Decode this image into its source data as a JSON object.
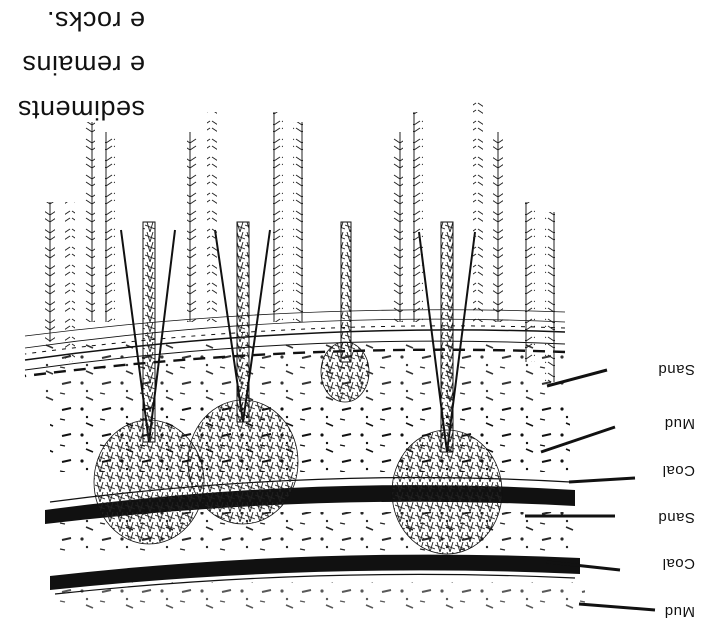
{
  "diagram": {
    "orientation": "rotated 180 degrees (upside down)",
    "labels": [
      "Mud",
      "Coal",
      "Sand",
      "Coal",
      "Mud",
      "Sand"
    ],
    "caption_lines": [
      "sediments",
      "e remains",
      "e rocks."
    ],
    "colors": {
      "ink": "#111111",
      "background": "#ffffff"
    }
  }
}
